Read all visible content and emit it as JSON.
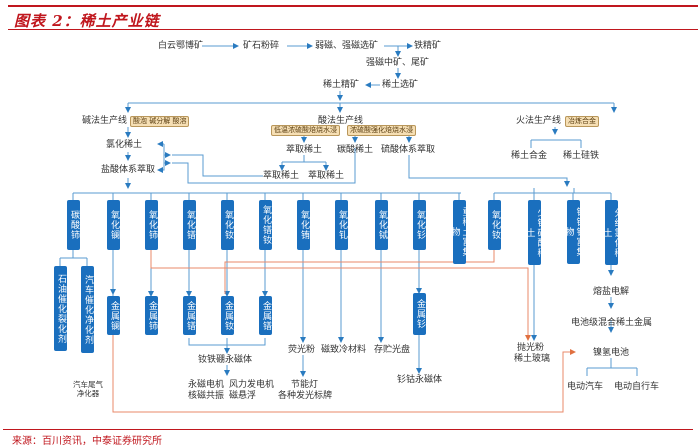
{
  "header": {
    "title": "图表 2：稀土产业链"
  },
  "footer": {
    "source": "来源：百川资讯，中泰证券研究所"
  },
  "colors": {
    "accent_red": "#c0171e",
    "node_blue": "#1a6fbe",
    "line_blue": "#5a9bd0",
    "line_orange": "#e8896a",
    "tag_bg": "#f6dfb4"
  },
  "flow": {
    "ore": "白云鄂博矿",
    "crush": "矿石粉碎",
    "magnetic": "弱磁、强磁选矿",
    "iron": "铁精矿",
    "middling": "强磁中矿、尾矿",
    "re_select": "稀土选矿",
    "re_concentrate": "稀土精矿",
    "alkali_line": "碱法生产线",
    "alkali_tag": "酸泡 碱分解 酸溶",
    "acid_line": "酸法生产线",
    "acid_tag1": "低温浓硫酸焙烧水浸",
    "acid_tag2": "浓硫酸强化焙烧水浸",
    "fire_line": "火法生产线",
    "fire_tag": "冶炼合金",
    "re_chloride": "氯化稀土",
    "hcl_extract": "盐酸体系萃取",
    "extract_re": "萃取稀土",
    "extract_re_a": "萃取稀土",
    "extract_re_b": "萃取稀土",
    "carbonate_re": "碳酸稀土",
    "sulfate_extract": "硫酸体系萃取",
    "re_alloy": "稀土合金",
    "re_ferrosilicon": "稀土硅铁"
  },
  "products": [
    {
      "id": "ce-carbonate",
      "label": "碳酸铈"
    },
    {
      "id": "la-oxide",
      "label": "氧化镧"
    },
    {
      "id": "ce-oxide",
      "label": "氧化铈"
    },
    {
      "id": "pr-oxide",
      "label": "氧化镨"
    },
    {
      "id": "nd-oxide",
      "label": "氧化钕"
    },
    {
      "id": "pr-nd-oxide",
      "label": "氧化镨钕"
    },
    {
      "id": "eu-oxide",
      "label": "氧化铕"
    },
    {
      "id": "gd-oxide",
      "label": "氧化钆"
    },
    {
      "id": "tb-oxide",
      "label": "氧化铽"
    },
    {
      "id": "sm-oxide",
      "label": "氧化钐"
    },
    {
      "id": "heavy-re",
      "label": "重稀土富集物"
    },
    {
      "id": "nd-oxide-2",
      "label": "氧化钕"
    },
    {
      "id": "low-nd-carbonate",
      "label": "少钕碳酸稀土"
    },
    {
      "id": "sm-eu-gd",
      "label": "钐铕钆富集物"
    },
    {
      "id": "grouped-chloride",
      "label": "分组氯化稀土"
    }
  ],
  "lower": {
    "petro_catalyst": "石油催化裂化剂",
    "auto_catalyst": "汽车催化净化剂",
    "auto_exhaust": "汽车尾气净化器",
    "metal_la": "金属镧",
    "metal_ce": "金属铈",
    "metal_pr": "金属镨",
    "metal_nd": "金属钕",
    "metal_prnd": "金属镨",
    "metal_sm": "金属钐",
    "ndfeb": "钕铁硼永磁体",
    "apps_1a": "永磁电机",
    "apps_1b": "风力发电机",
    "apps_2a": "核磁共振",
    "apps_2b": "磁悬浮",
    "phosphor": "荧光粉",
    "magnetocaloric": "磁致冷材料",
    "storage_disc": "存贮光盘",
    "lamp": "节能灯",
    "signs": "各种发光标牌",
    "smco": "钐钴永磁体",
    "polish_1": "抛光粉",
    "polish_2": "稀土玻璃",
    "molten_salt": "熔盐电解",
    "battery_metal": "电池级混合稀土金属",
    "nimh": "镍氢电池",
    "ev": "电动汽车",
    "ebike": "电动自行车"
  }
}
